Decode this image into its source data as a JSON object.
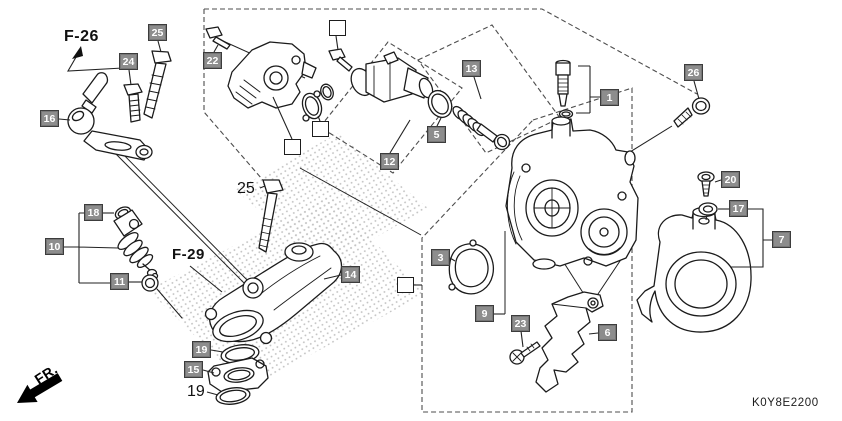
{
  "figure": {
    "diagram_code": "K0Y8E2200",
    "front_marker": "FR.",
    "frame_ref_top": "F-26",
    "frame_ref_mid": "F-29",
    "plain_callout_bolt": "25",
    "plain_callout_oring": "19"
  },
  "callouts": {
    "c1": "1",
    "c3": "3",
    "c5": "5",
    "c6": "6",
    "c7": "7",
    "c9": "9",
    "c10": "10",
    "c11": "11",
    "c12": "12",
    "c13": "13",
    "c14": "14",
    "c15": "15",
    "c16": "16",
    "c17": "17",
    "c18": "18",
    "c19": "19",
    "c20": "20",
    "c22": "22",
    "c23": "23",
    "c24": "24",
    "c25": "25",
    "c26": "26"
  },
  "colors": {
    "line": "#1b1b1b",
    "dashed_line": "#4d4d4d",
    "callout_box": "#8d8d8d",
    "callout_border": "#3c3c3c",
    "callout_text": "#ffffff",
    "stipple": "#c4c4c4",
    "background": "#ffffff"
  }
}
